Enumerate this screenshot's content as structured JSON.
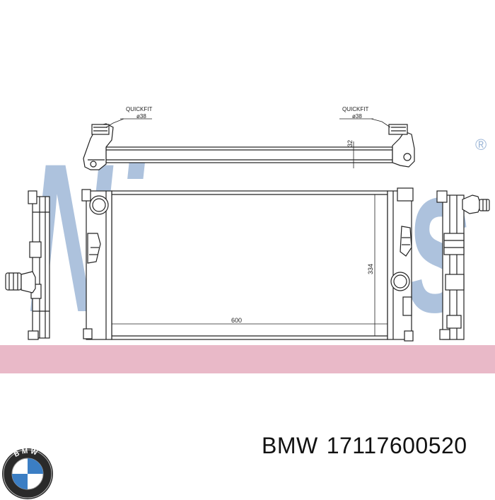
{
  "watermark": {
    "text": "Nissens",
    "registered_mark": "®",
    "color": "#9fb8d8"
  },
  "band_color": "#e9b9c8",
  "top_view": {
    "left_label": {
      "title": "QUICKFIT",
      "diameter": "ø38"
    },
    "right_label": {
      "title": "QUICKFIT",
      "diameter": "ø38"
    },
    "tube_height_dim": "32"
  },
  "front_view": {
    "width_dim": "600",
    "height_dim": "334"
  },
  "brand_logo": {
    "name": "bmw-logo",
    "letters": "BMW"
  },
  "caption": {
    "brand": "BMW",
    "part_number": "17117600520"
  }
}
